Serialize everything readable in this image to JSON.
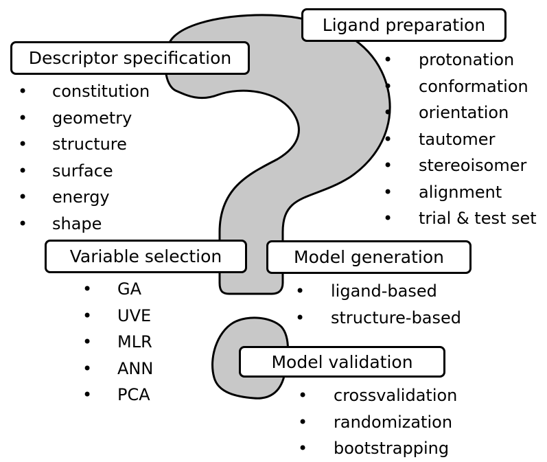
{
  "colors": {
    "shape_fill": "#c8c8c8",
    "outline": "#000000",
    "box_fill": "#ffffff"
  },
  "icons": {
    "background_shape": "question-mark-icon"
  },
  "descriptor": {
    "title": "Descriptor specification",
    "items": [
      "constitution",
      "geometry",
      "structure",
      "surface",
      "energy",
      "shape"
    ]
  },
  "ligand": {
    "title": "Ligand preparation",
    "items": [
      "protonation",
      "conformation",
      "orientation",
      "tautomer",
      "stereoisomer",
      "alignment",
      "trial & test set"
    ]
  },
  "variable": {
    "title": "Variable selection",
    "items": [
      "GA",
      "UVE",
      "MLR",
      "ANN",
      "PCA"
    ]
  },
  "model_generation": {
    "title": "Model generation",
    "items": [
      "ligand-based",
      "structure-based"
    ]
  },
  "model_validation": {
    "title": "Model validation",
    "items": [
      "crossvalidation",
      "randomization",
      "bootstrapping"
    ]
  }
}
